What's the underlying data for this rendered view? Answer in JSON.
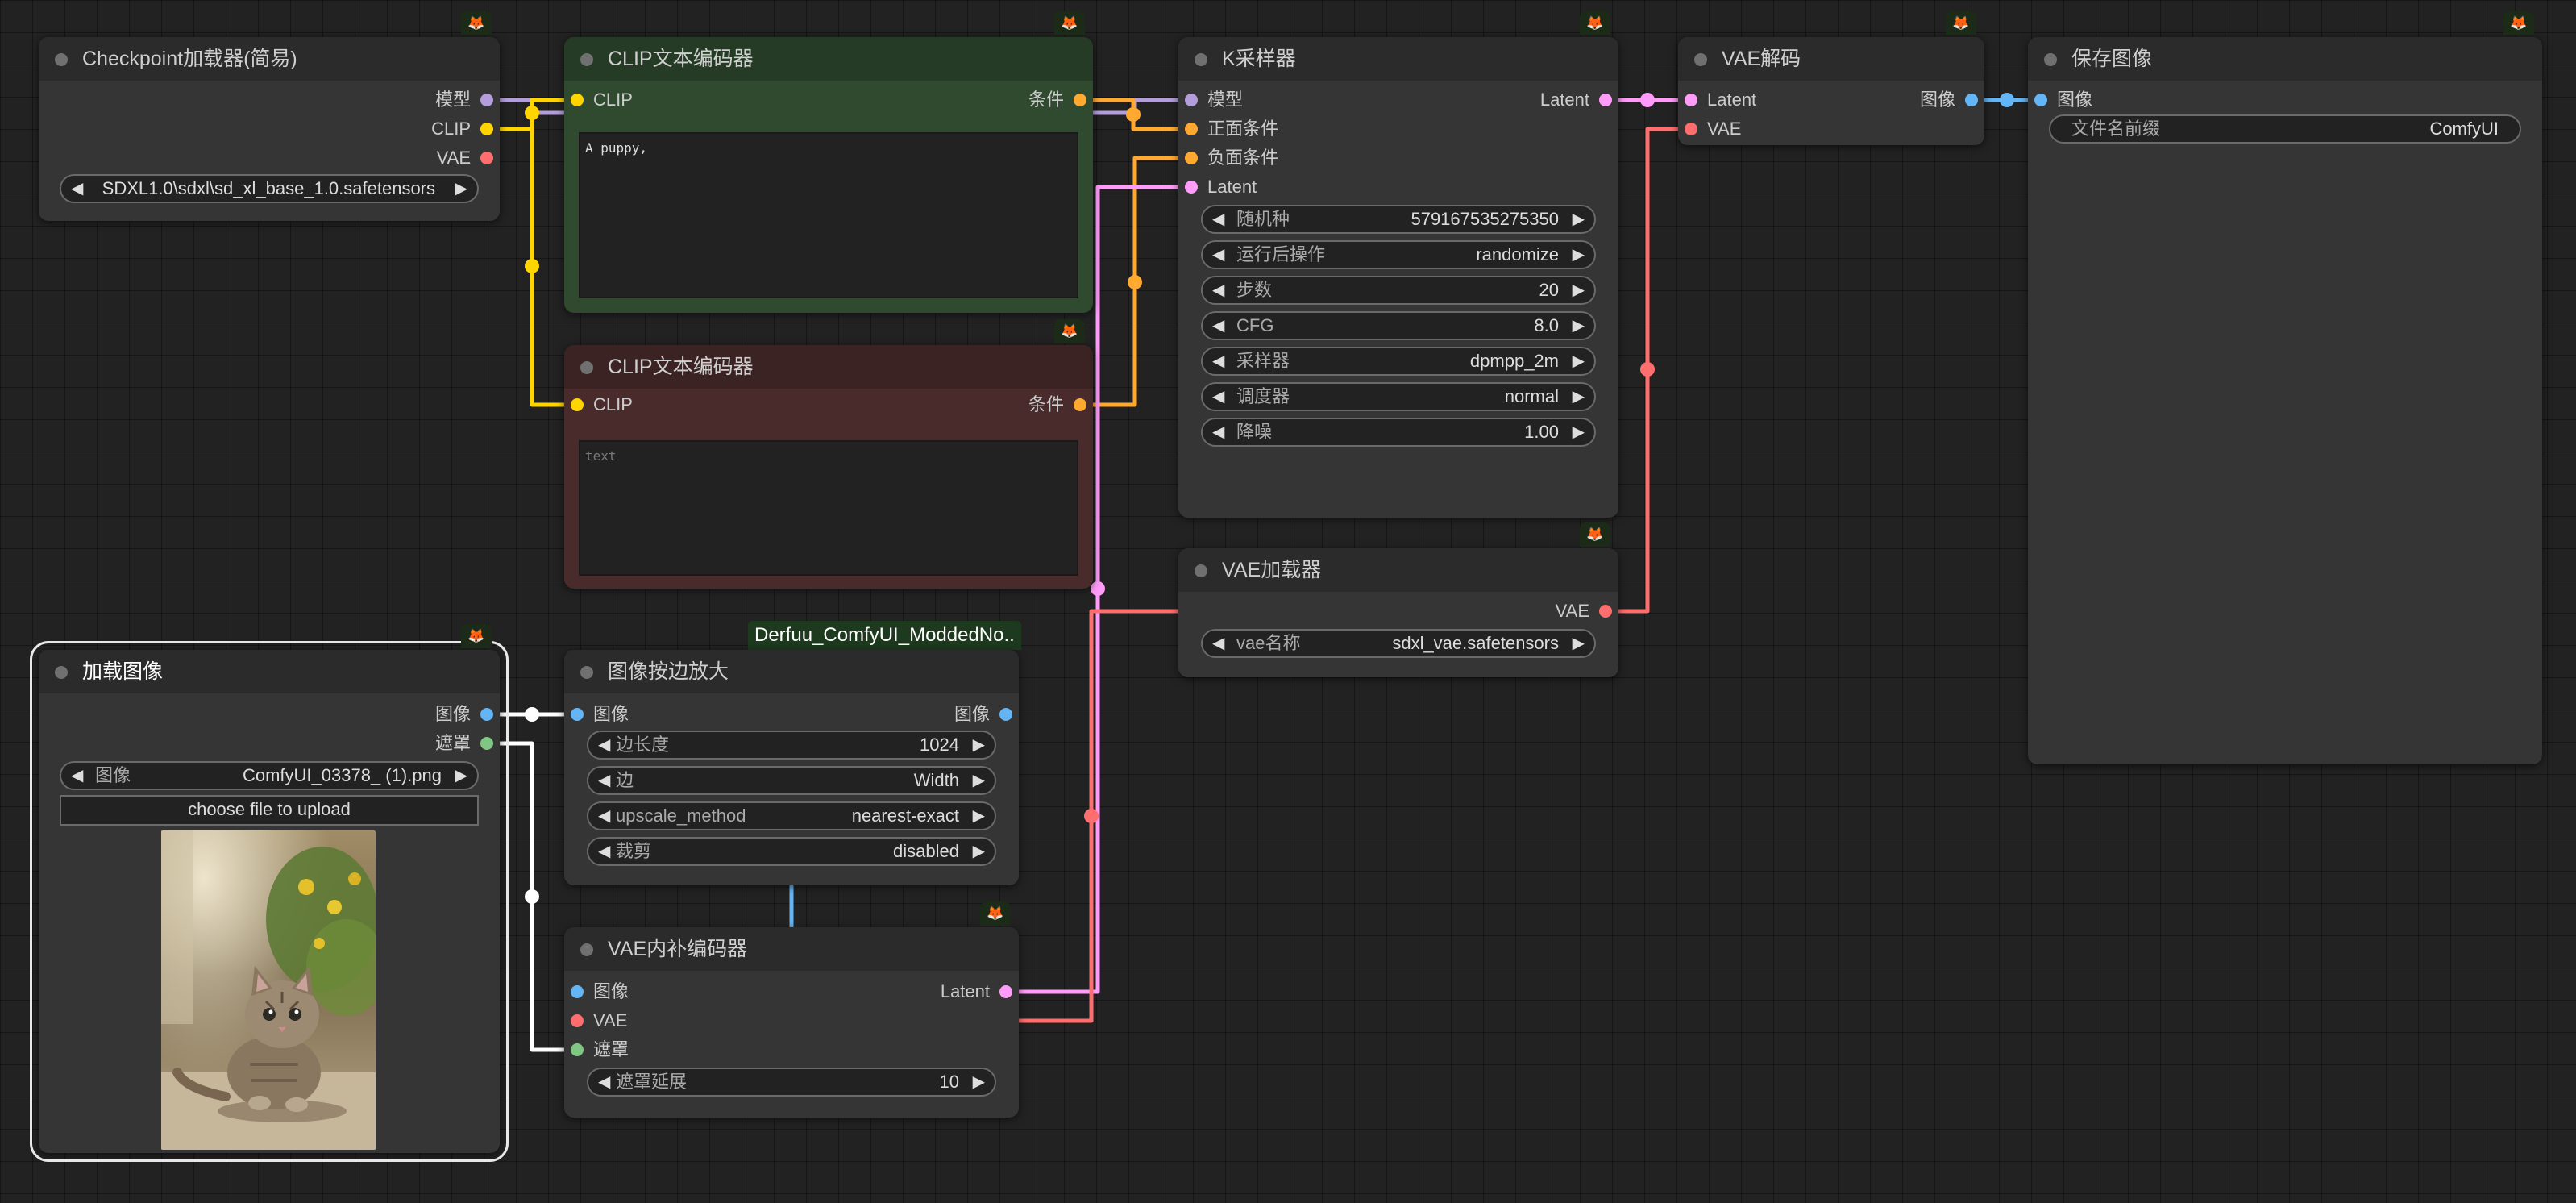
{
  "colors": {
    "model": "#b39ddb",
    "clip": "#ffd500",
    "vae": "#ff6e6e",
    "conditioning": "#ffa931",
    "latent": "#ff9cf9",
    "image": "#64b5f6",
    "mask": "#81c784",
    "positive_bg": "#2f4a2f",
    "negative_bg": "#4a2b2b"
  },
  "nodes": {
    "checkpoint": {
      "title": "Checkpoint加载器(简易)",
      "outputs": [
        "模型",
        "CLIP",
        "VAE"
      ],
      "ckpt_value": "SDXL1.0\\sdxl\\sd_xl_base_1.0.safetensors"
    },
    "clip_pos": {
      "title": "CLIP文本编码器",
      "input": "CLIP",
      "output": "条件",
      "text": "A puppy,"
    },
    "clip_neg": {
      "title": "CLIP文本编码器",
      "input": "CLIP",
      "output": "条件",
      "placeholder": "text"
    },
    "ksampler": {
      "title": "K采样器",
      "inputs": [
        "模型",
        "正面条件",
        "负面条件",
        "Latent"
      ],
      "output": "Latent",
      "widgets": [
        {
          "label": "随机种",
          "value": "579167535275350"
        },
        {
          "label": "运行后操作",
          "value": "randomize"
        },
        {
          "label": "步数",
          "value": "20"
        },
        {
          "label": "CFG",
          "value": "8.0"
        },
        {
          "label": "采样器",
          "value": "dpmpp_2m"
        },
        {
          "label": "调度器",
          "value": "normal"
        },
        {
          "label": "降噪",
          "value": "1.00"
        }
      ]
    },
    "vae_decode": {
      "title": "VAE解码",
      "inputs": [
        "Latent",
        "VAE"
      ],
      "output": "图像"
    },
    "save_image": {
      "title": "保存图像",
      "input": "图像",
      "prefix_label": "文件名前缀",
      "prefix_value": "ComfyUI"
    },
    "vae_loader": {
      "title": "VAE加载器",
      "output": "VAE",
      "widget_label": "vae名称",
      "widget_value": "sdxl_vae.safetensors"
    },
    "load_image": {
      "title": "加载图像",
      "outputs": [
        "图像",
        "遮罩"
      ],
      "image_label": "图像",
      "image_value": "ComfyUI_03378_ (1).png",
      "upload_label": "choose file to upload"
    },
    "upscale": {
      "group_label": "Derfuu_ComfyUI_ModdedNo..",
      "title": "图像按边放大",
      "input": "图像",
      "output": "图像",
      "widgets": [
        {
          "label": "边长度",
          "value": "1024"
        },
        {
          "label": "边",
          "value": "Width"
        },
        {
          "label": "upscale_method",
          "value": "nearest-exact"
        },
        {
          "label": "裁剪",
          "value": "disabled"
        }
      ]
    },
    "vae_inpaint": {
      "title": "VAE内补编码器",
      "inputs": [
        "图像",
        "VAE",
        "遮罩"
      ],
      "output": "Latent",
      "widget_label": "遮罩延展",
      "widget_value": "10"
    }
  }
}
